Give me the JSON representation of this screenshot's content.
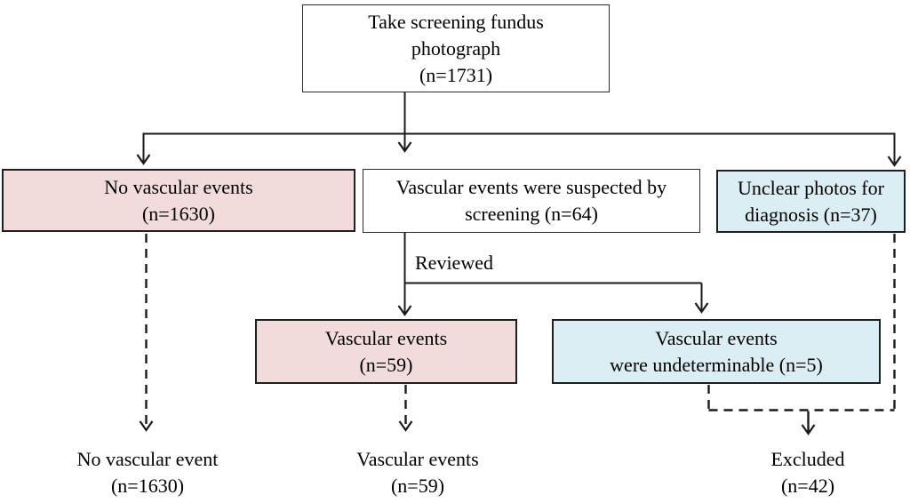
{
  "diagram": {
    "boxes": {
      "screening": {
        "text": "Take screening fundus\nphotograph\n(n=1731)",
        "fill": "#ffffff"
      },
      "no_vascular": {
        "text": "No vascular events\n(n=1630)",
        "fill": "#f2dcdb"
      },
      "suspected": {
        "text": "Vascular events were suspected by\nscreening (n=64)",
        "fill": "#ffffff"
      },
      "unclear": {
        "text": "Unclear photos for\ndiagnosis (n=37)",
        "fill": "#daeef3"
      },
      "vascular_59": {
        "text": "Vascular events\n(n=59)",
        "fill": "#f2dcdb"
      },
      "undeterminable": {
        "text": "Vascular events\nwere undeterminable (n=5)",
        "fill": "#daeef3"
      }
    },
    "edge_labels": {
      "reviewed": "Reviewed"
    },
    "outcomes": {
      "no_vascular": "No vascular event\n(n=1630)",
      "vascular": "Vascular events\n(n=59)",
      "excluded": "Excluded\n(n=42)"
    },
    "colors": {
      "line": "#1a1a1a",
      "pink_fill": "#f2dcdb",
      "blue_fill": "#daeef3",
      "box_border": "#1f1f1f"
    }
  }
}
